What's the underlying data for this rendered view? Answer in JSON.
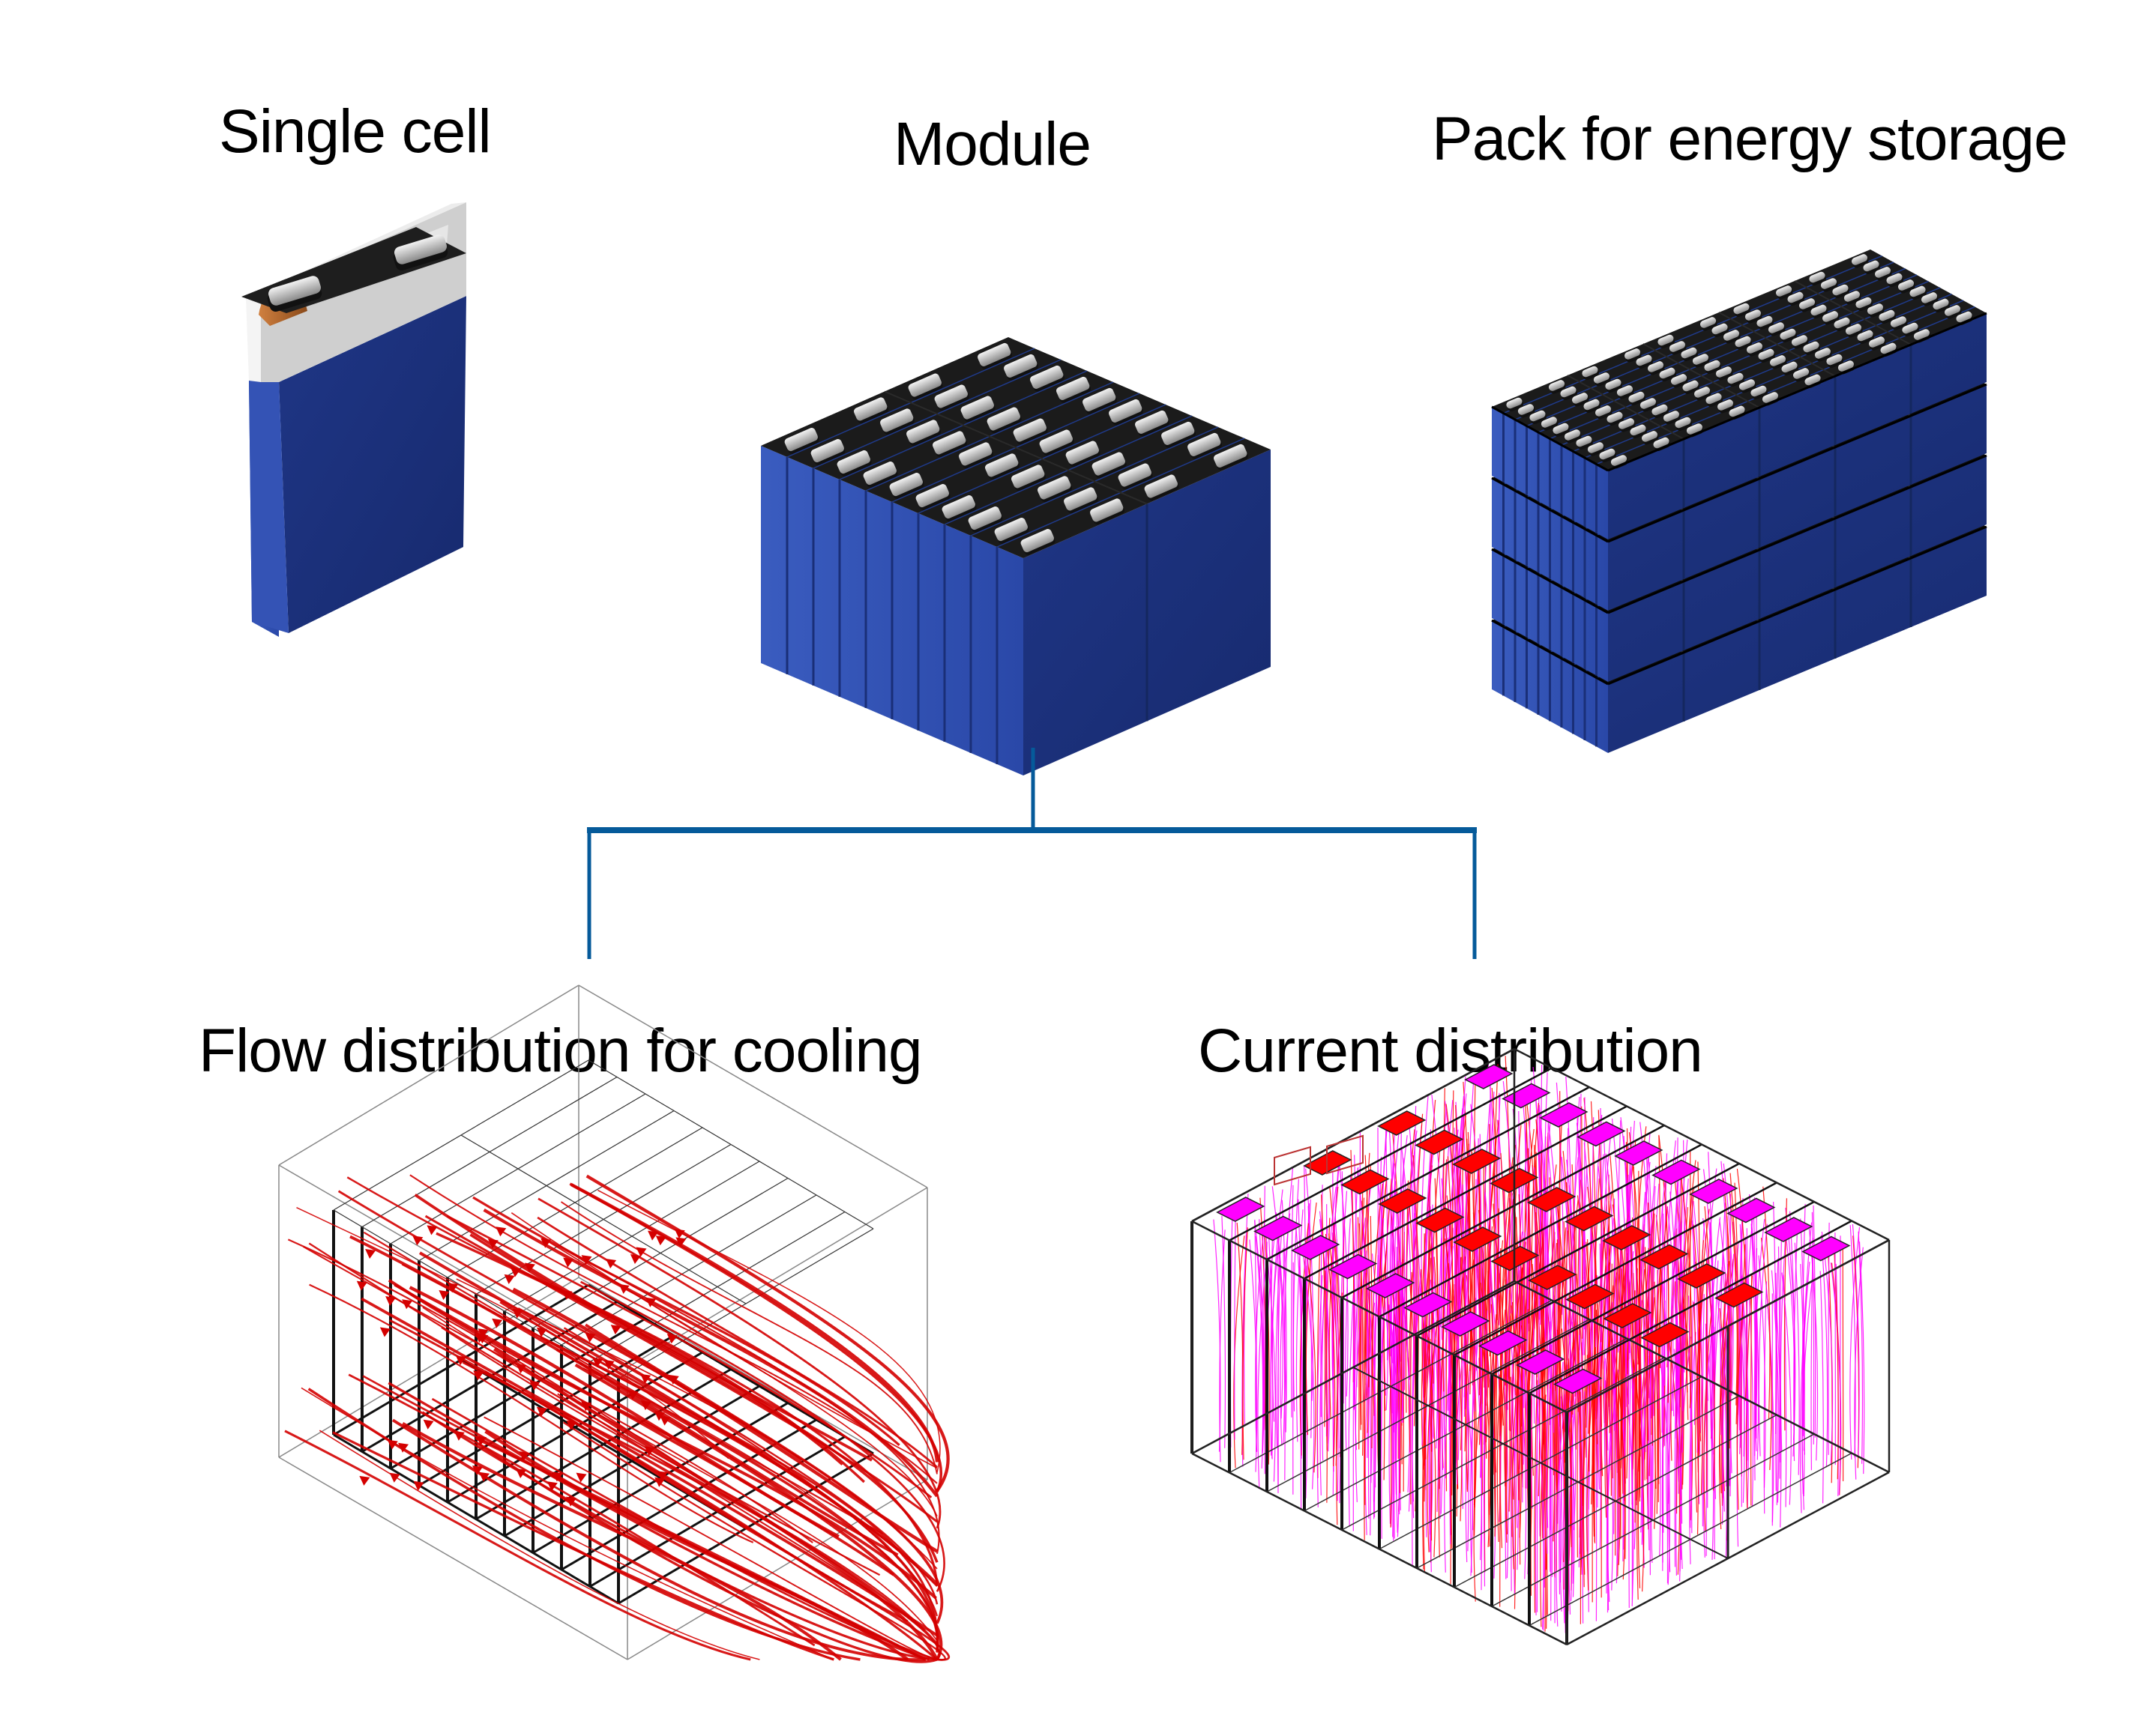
{
  "top_row": {
    "single_cell": {
      "title": "Single cell",
      "icon": "battery-cell-icon"
    },
    "module": {
      "title": "Module",
      "icon": "battery-module-icon"
    },
    "pack": {
      "title": "Pack for energy storage",
      "icon": "battery-pack-icon"
    }
  },
  "connector": {
    "color": "#055a9a",
    "from": "module",
    "to": [
      "flow_distribution",
      "current_distribution"
    ]
  },
  "bottom_row": {
    "flow_distribution": {
      "title": "Flow distribution for cooling",
      "icon": "flow-streamlines-icon",
      "streamline_color": "#d40000"
    },
    "current_distribution": {
      "title": "Current distribution",
      "icon": "current-streamlines-icon",
      "colors": [
        "#ff0000",
        "#ff00ff"
      ]
    }
  },
  "colors": {
    "cell_blue": "#22378f",
    "cell_top": "#1c1c1c",
    "terminal": "#b9b9b9",
    "copper": "#b8652a",
    "electrode": "#d9d9d9"
  }
}
